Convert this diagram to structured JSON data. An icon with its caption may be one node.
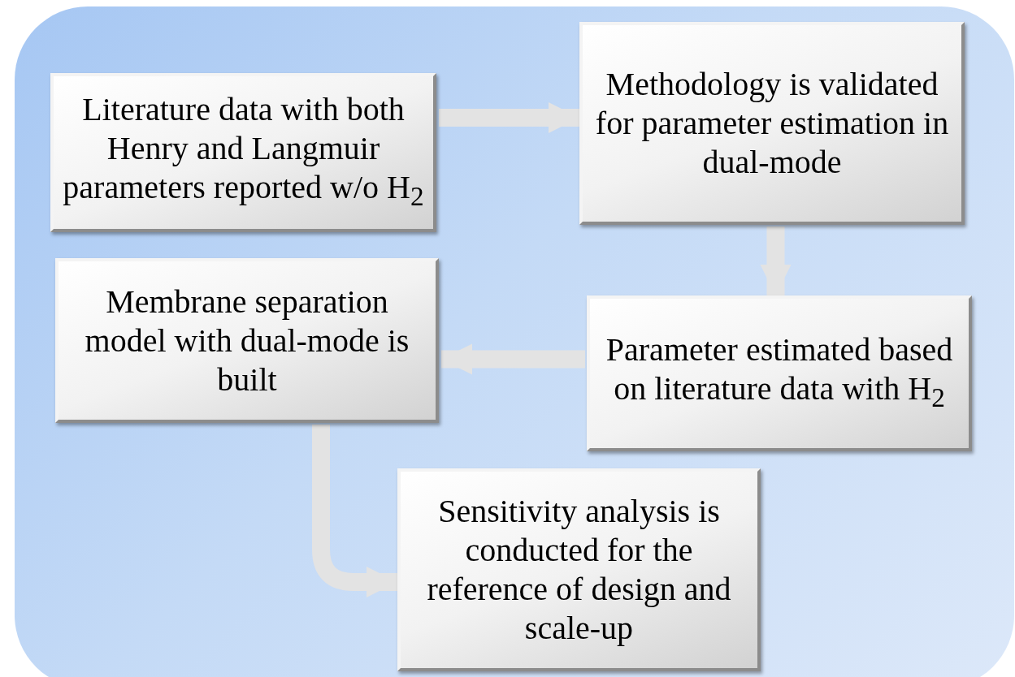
{
  "diagram": {
    "nodes": [
      {
        "text": [
          "Literature  data with both Henry and Langmuir parameters reported w/o H$_{2}$"
        ]
      },
      {
        "text": [
          "Methodology is validated for parameter estimation in dual-mode"
        ]
      },
      {
        "text": [
          "Membrane separation model with dual-mode is built"
        ]
      },
      {
        "text": [
          "Parameter estimated based on literature data with H$_{2}$"
        ]
      },
      {
        "text": [
          "Sensitivity analysis is conducted for the reference of design and scale-up"
        ]
      }
    ],
    "edges": [
      {
        "from": 0,
        "to": 1,
        "arrow": "to"
      },
      {
        "from": 1,
        "to": 3,
        "arrow": "to"
      },
      {
        "from": 3,
        "to": 2,
        "arrow": "to"
      },
      {
        "from": 2,
        "to": 4,
        "arrow": "to"
      }
    ]
  }
}
